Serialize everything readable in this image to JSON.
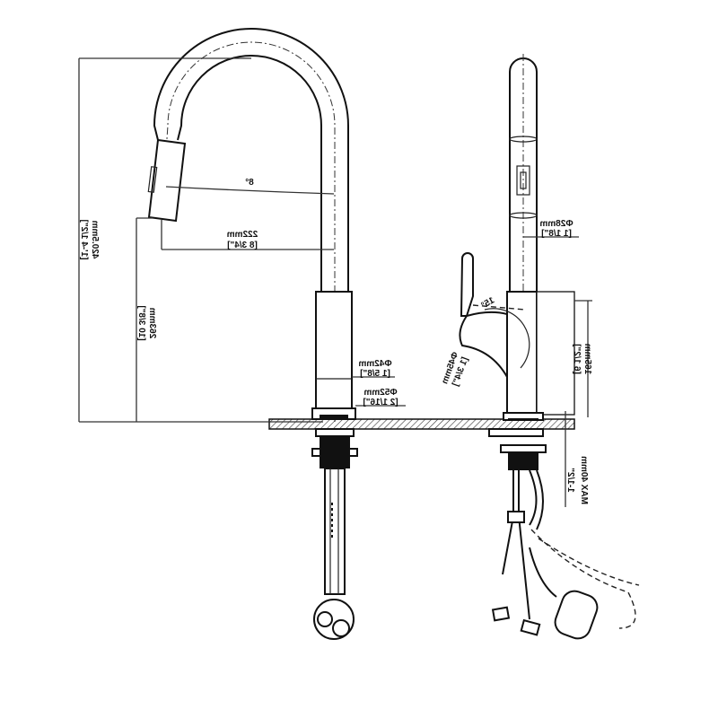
{
  "title": "Pull-down kitchen faucet dimension drawing",
  "dimensions": {
    "overall_height_mm": "420.5mm",
    "overall_height_in": "[1'-4 1/2\"]",
    "spout_height_mm": "263mm",
    "spout_height_in": "[10 3/8\"]",
    "reach_mm": "222mm",
    "reach_in": "[8 3/4\"]",
    "spray_angle": "8°",
    "body_dia_mm": "Φ42mm",
    "body_dia_in": "[1 5/8\"]",
    "base_dia_mm": "Φ52mm",
    "base_dia_in": "[2 1/16\"]",
    "tube_dia_mm": "Φ28mm",
    "tube_dia_in": "[1 1/8\"]",
    "handle_dia_mm": "Φ45mm",
    "handle_dia_in": "[1 3/4\"]",
    "handle_angle": "15°",
    "body_height_mm": "165mm",
    "body_height_in": "[6 1/2\"]",
    "deck_max_mm": "MAX 40mm",
    "deck_max_in": "1-1/2\""
  }
}
